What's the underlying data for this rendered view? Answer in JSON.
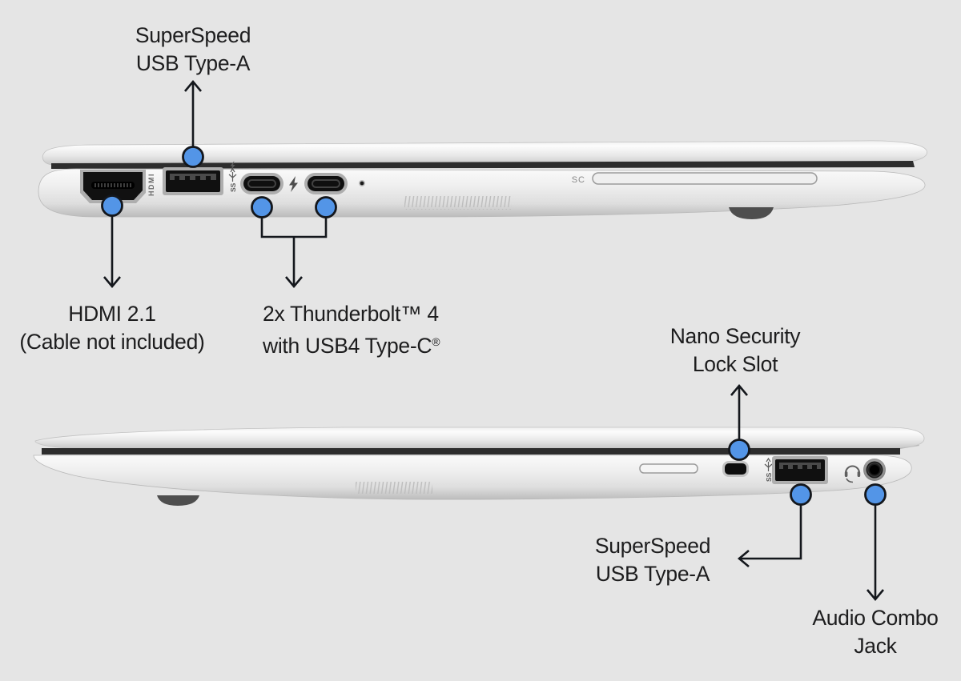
{
  "colors": {
    "background": "#e5e5e5",
    "callout_dot_fill": "#5395e7",
    "callout_outline": "#14171c",
    "label_text": "#1d1d1e",
    "laptop_body_silver": "#e9e9e9",
    "seam_dark": "#2d2d2d",
    "port_black": "#121212"
  },
  "top_view": {
    "labels": {
      "usb_a": {
        "lines": [
          "SuperSpeed",
          "USB Type-A"
        ]
      },
      "hdmi": {
        "lines": [
          "HDMI 2.1",
          "(Cable not included)"
        ]
      },
      "thunderbolt": {
        "lines": [
          "2x Thunderbolt™ 4",
          "with USB4 Type-C"
        ],
        "registered_mark": "®"
      }
    },
    "port_markings": {
      "hdmi": "HDMI",
      "usb_superspeed": "SS",
      "smart_card": "SC"
    }
  },
  "bottom_view": {
    "labels": {
      "lock": {
        "lines": [
          "Nano Security",
          "Lock Slot"
        ]
      },
      "usb_a": {
        "lines": [
          "SuperSpeed",
          "USB Type-A"
        ]
      },
      "audio": {
        "lines": [
          "Audio Combo",
          "Jack"
        ]
      }
    },
    "port_markings": {
      "usb_superspeed": "SS"
    }
  }
}
